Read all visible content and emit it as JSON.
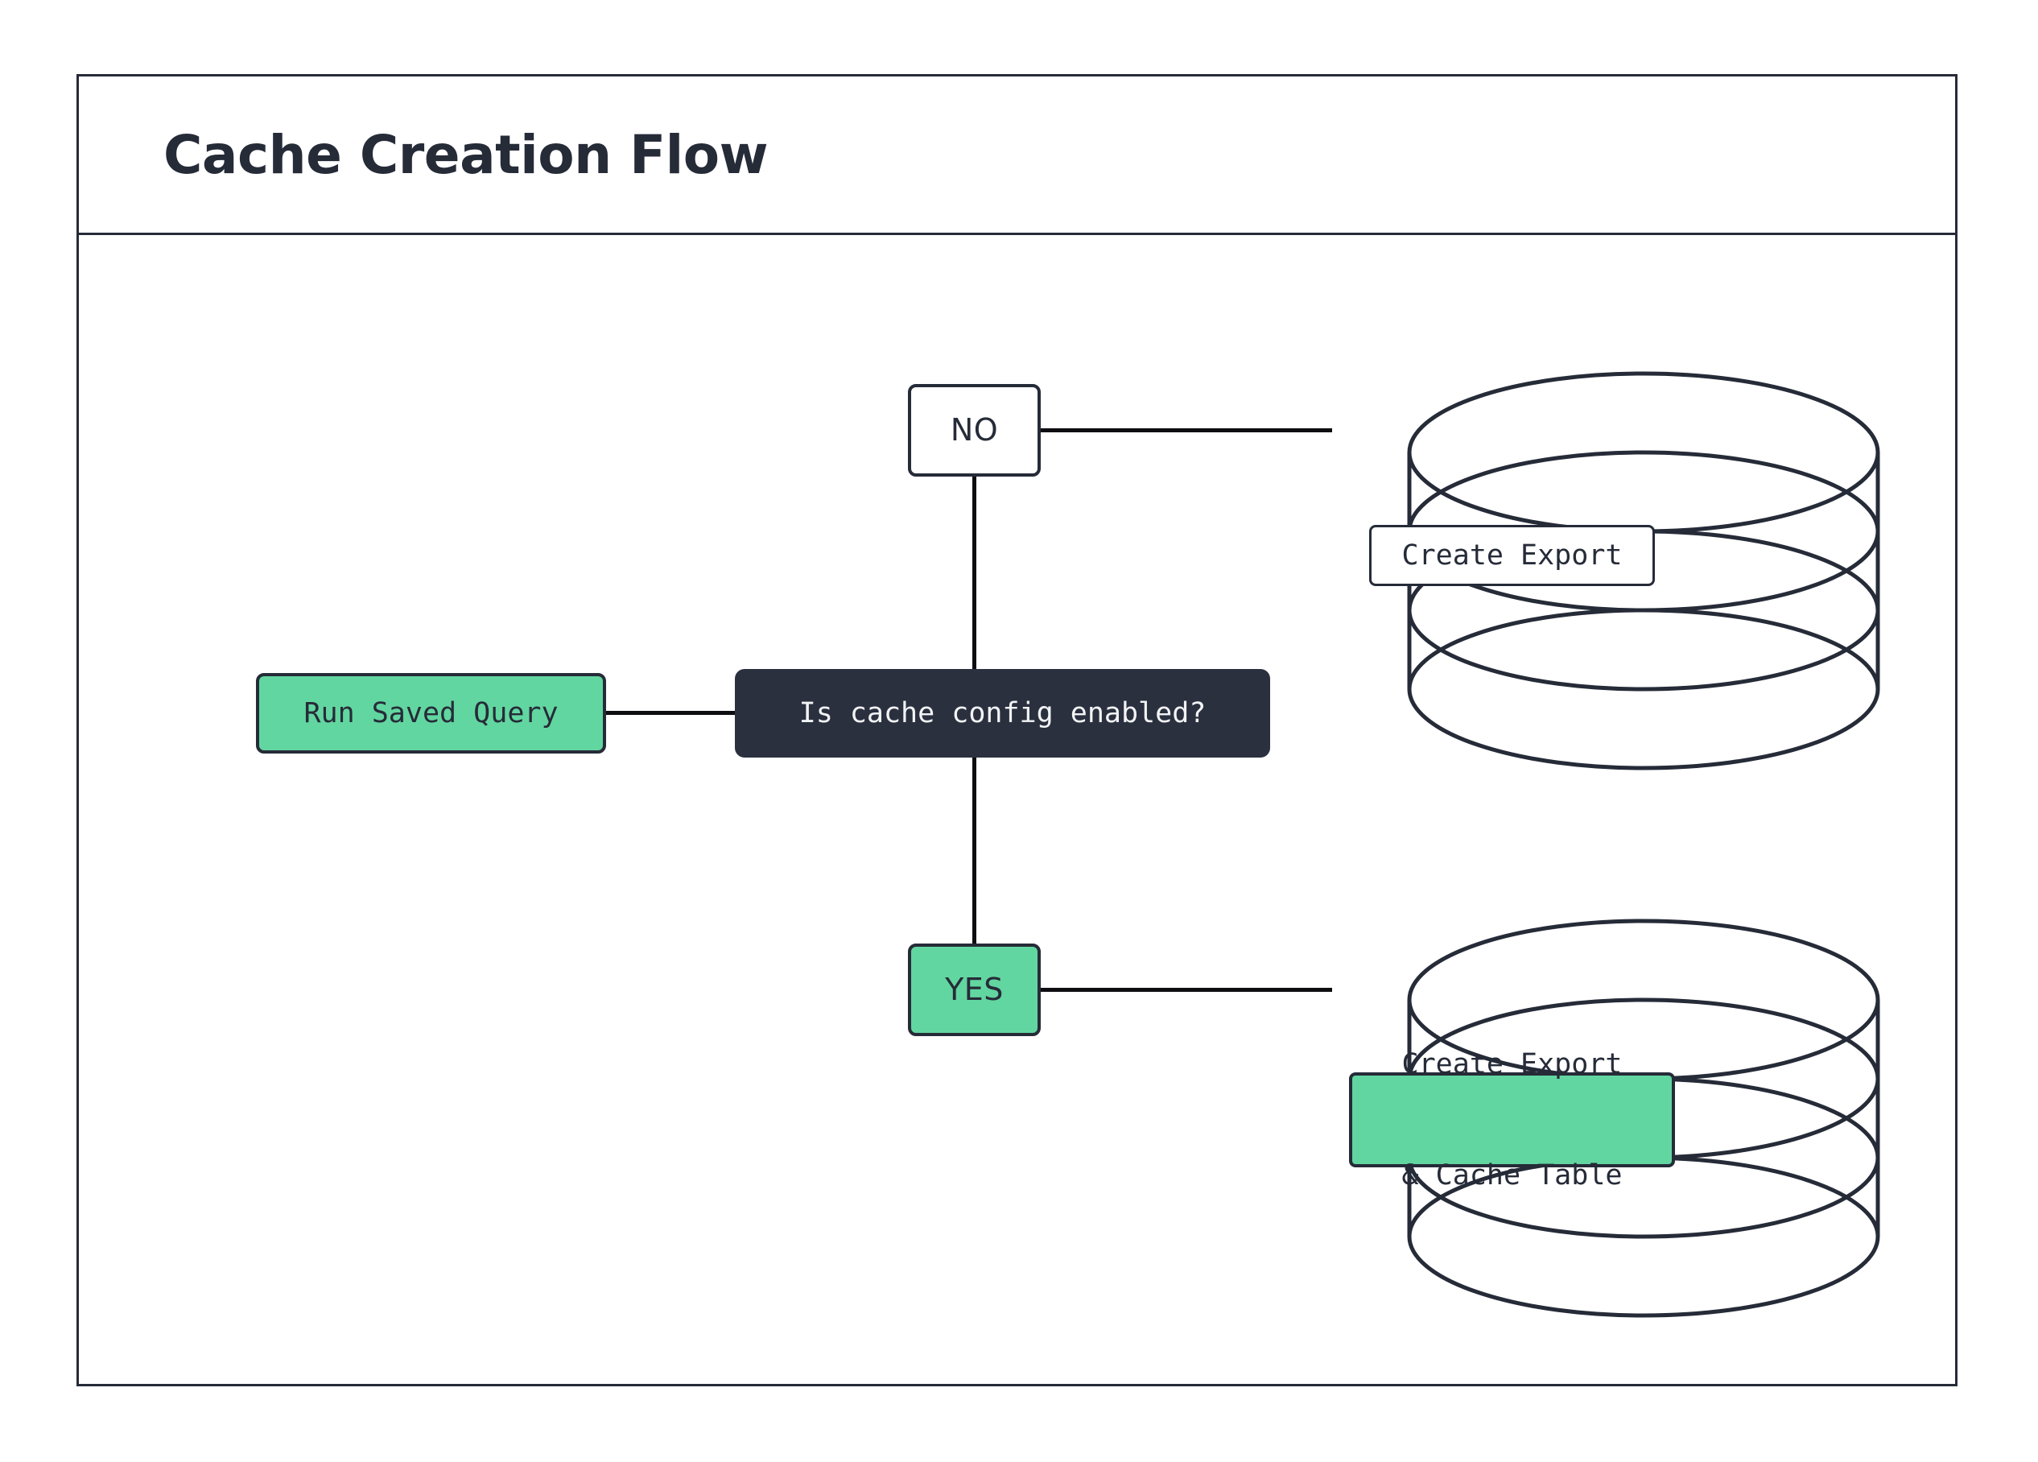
{
  "header": {
    "title": "Cache Creation Flow"
  },
  "diagram": {
    "type": "flowchart",
    "orientation": "left-to-right",
    "nodes": [
      {
        "id": "run-saved-query",
        "label": "Run Saved Query",
        "shape": "rounded-rect",
        "fill": "#62d6a0",
        "stroke": "#262b38",
        "font": "mono"
      },
      {
        "id": "decision",
        "label": "Is cache config enabled?",
        "shape": "rounded-rect",
        "fill": "#2b303f",
        "stroke": "#2b303f",
        "text_color": "#f2f3f5",
        "font": "mono"
      },
      {
        "id": "branch-no",
        "label": "NO",
        "shape": "rounded-rect",
        "fill": "#ffffff",
        "stroke": "#262b38",
        "font": "sans"
      },
      {
        "id": "branch-yes",
        "label": "YES",
        "shape": "rounded-rect",
        "fill": "#62d6a0",
        "stroke": "#262b38",
        "font": "sans"
      },
      {
        "id": "db-export",
        "label": "Create Export",
        "shape": "cylinder",
        "fill": "#ffffff",
        "stroke": "#262b38",
        "font": "mono"
      },
      {
        "id": "db-export-cache",
        "label": "Create Export\n& Cache Table",
        "line1": "Create Export",
        "line2": "& Cache Table",
        "shape": "cylinder",
        "fill": "#62d6a0",
        "stroke": "#262b38",
        "font": "mono"
      }
    ],
    "edges": [
      {
        "from": "run-saved-query",
        "to": "decision",
        "label": ""
      },
      {
        "from": "decision",
        "to": "branch-no",
        "label": "NO"
      },
      {
        "from": "decision",
        "to": "branch-yes",
        "label": "YES"
      },
      {
        "from": "branch-no",
        "to": "db-export",
        "label": ""
      },
      {
        "from": "branch-yes",
        "to": "db-export-cache",
        "label": ""
      }
    ]
  },
  "colors": {
    "accent_green": "#62d6a0",
    "dark_navy": "#262b38",
    "decision_fill": "#2b303f",
    "line": "#0e0e12",
    "background": "#ffffff"
  }
}
